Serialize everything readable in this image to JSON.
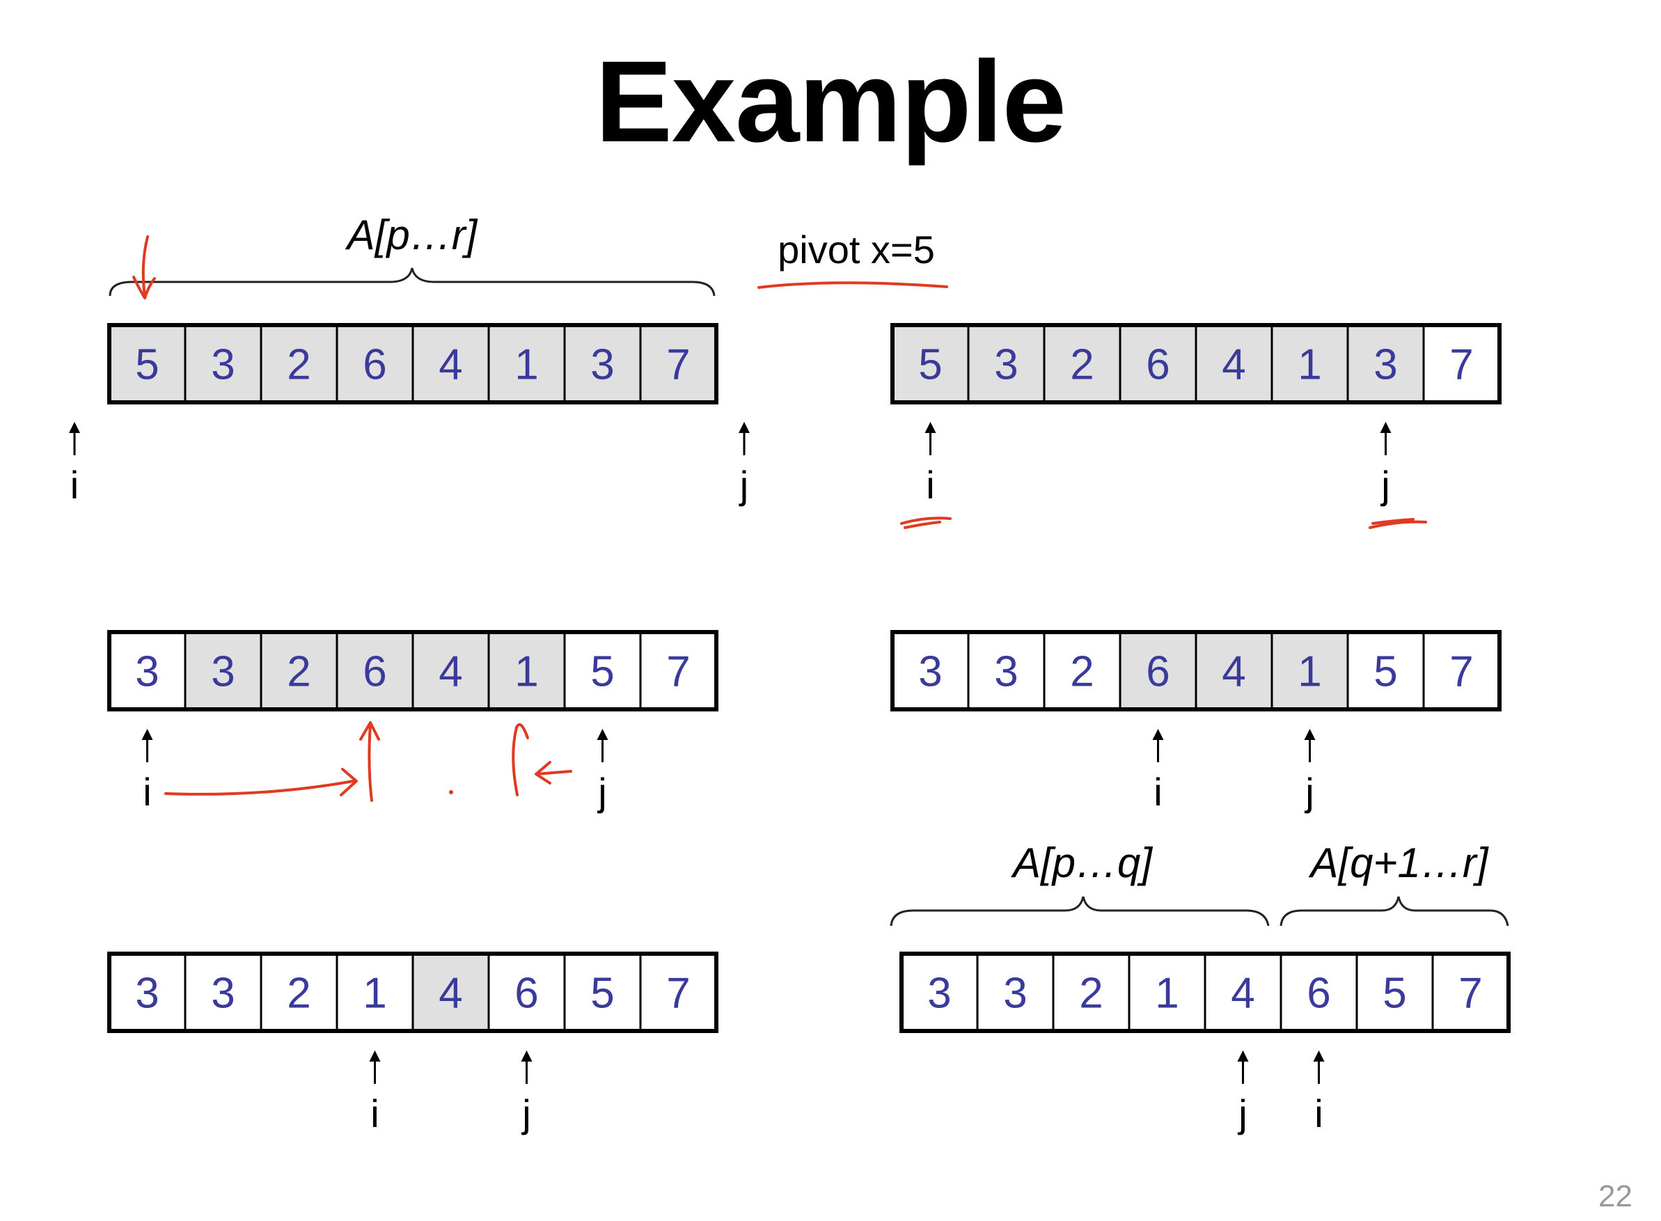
{
  "title": "Example",
  "page_number": "22",
  "colors": {
    "highlight": "#e0e0e0",
    "unhighlighted": "#ffffff",
    "cell_text": "#3a3a9a",
    "border": "#000000",
    "annotation": "#e03a22"
  },
  "arrays": [
    {
      "id": "array-1",
      "values": [
        "5",
        "3",
        "2",
        "6",
        "4",
        "1",
        "3",
        "7"
      ],
      "highlighted": [
        true,
        true,
        true,
        true,
        true,
        true,
        true,
        true
      ],
      "pointers": [
        {
          "label": "i",
          "at": -1
        },
        {
          "label": "j",
          "at": 8
        }
      ]
    },
    {
      "id": "array-2",
      "values": [
        "5",
        "3",
        "2",
        "6",
        "4",
        "1",
        "3",
        "7"
      ],
      "highlighted": [
        true,
        true,
        true,
        true,
        true,
        true,
        true,
        false
      ],
      "pointers": [
        {
          "label": "i",
          "at": 0
        },
        {
          "label": "j",
          "at": 6
        }
      ]
    },
    {
      "id": "array-3",
      "values": [
        "3",
        "3",
        "2",
        "6",
        "4",
        "1",
        "5",
        "7"
      ],
      "highlighted": [
        false,
        true,
        true,
        true,
        true,
        true,
        false,
        false
      ],
      "pointers": [
        {
          "label": "i",
          "at": 0
        },
        {
          "label": "j",
          "at": 6
        }
      ]
    },
    {
      "id": "array-4",
      "values": [
        "3",
        "3",
        "2",
        "6",
        "4",
        "1",
        "5",
        "7"
      ],
      "highlighted": [
        false,
        false,
        false,
        true,
        true,
        true,
        false,
        false
      ],
      "pointers": [
        {
          "label": "i",
          "at": 3
        },
        {
          "label": "j",
          "at": 5
        }
      ]
    },
    {
      "id": "array-5",
      "values": [
        "3",
        "3",
        "2",
        "1",
        "4",
        "6",
        "5",
        "7"
      ],
      "highlighted": [
        false,
        false,
        false,
        false,
        true,
        false,
        false,
        false
      ],
      "pointers": [
        {
          "label": "i",
          "at": 3
        },
        {
          "label": "j",
          "at": 5
        }
      ]
    },
    {
      "id": "array-6",
      "values": [
        "3",
        "3",
        "2",
        "1",
        "4",
        "6",
        "5",
        "7"
      ],
      "highlighted": [
        false,
        false,
        false,
        false,
        false,
        false,
        false,
        false
      ],
      "pointers": [
        {
          "label": "j",
          "at": 4
        },
        {
          "label": "i",
          "at": 5
        }
      ]
    }
  ],
  "labels": {
    "full_range": "A[p…r]",
    "pivot": "pivot x=5",
    "left_part": "A[p…q]",
    "right_part": "A[q+1…r]"
  }
}
